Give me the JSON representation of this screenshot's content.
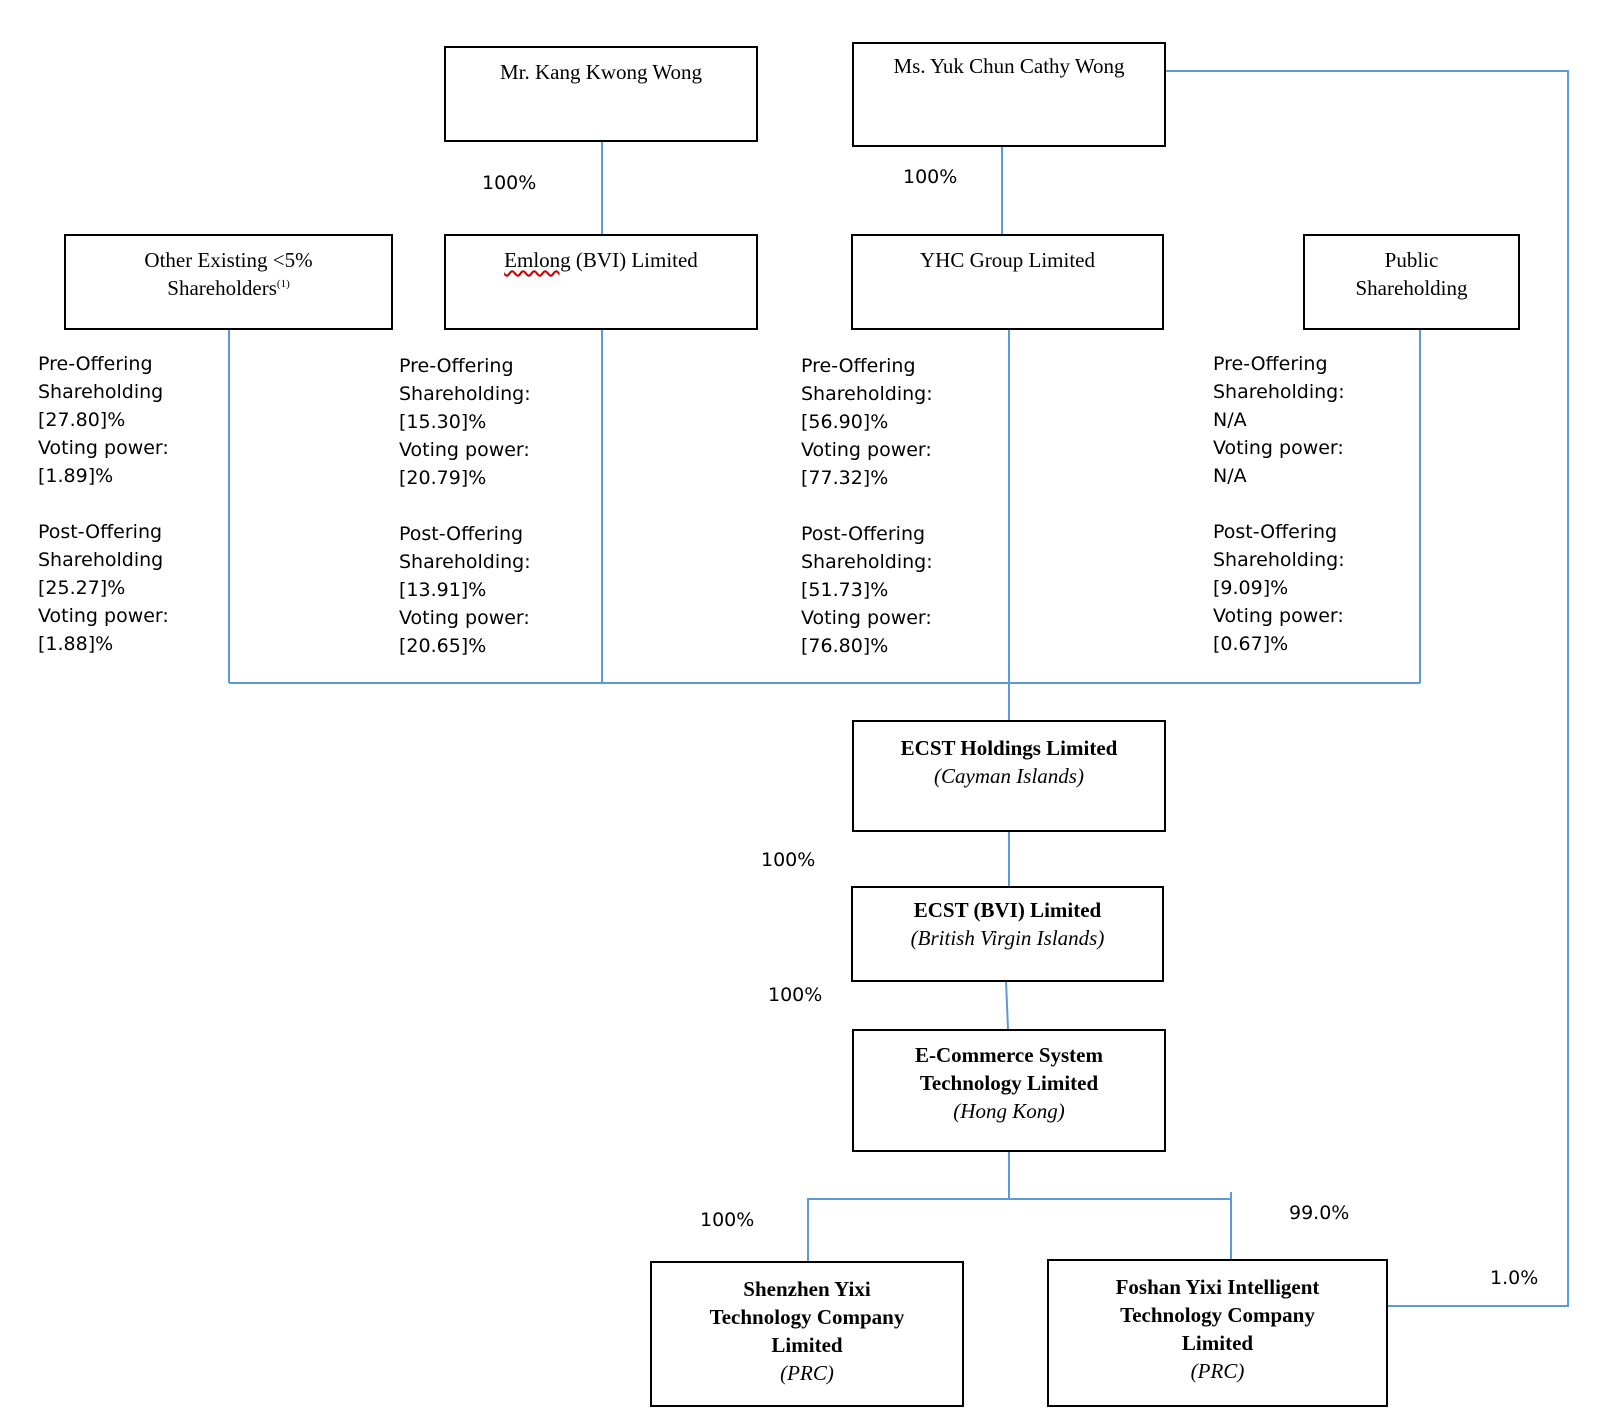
{
  "entities": {
    "kang": {
      "name": "Mr. Kang Kwong Wong"
    },
    "yuk": {
      "name": "Ms. Yuk Chun Cathy Wong"
    },
    "other": {
      "name_line1": "Other Existing  <5%",
      "name_line2": "Shareholders",
      "footnote": "(1)"
    },
    "emlong": {
      "name_part1": "Emlong",
      "name_part2": " (BVI) Limited"
    },
    "yhc": {
      "name": "YHC Group Limited"
    },
    "public": {
      "name_line1": "Public",
      "name_line2": "Shareholding"
    },
    "ecst_holdings": {
      "name": "ECST Holdings Limited",
      "jurisdiction": "(Cayman Islands)"
    },
    "ecst_bvi": {
      "name": "ECST (BVI) Limited",
      "jurisdiction": "(British Virgin Islands)"
    },
    "ecommerce": {
      "name_line1": "E-Commerce System",
      "name_line2": "Technology Limited",
      "jurisdiction": "(Hong Kong)"
    },
    "shenzhen": {
      "name_line1": "Shenzhen Yixi",
      "name_line2": "Technology Company",
      "name_line3": "Limited",
      "jurisdiction": "(PRC)"
    },
    "foshan": {
      "name_line1": "Foshan Yixi Intelligent",
      "name_line2": "Technology Company",
      "name_line3": "Limited",
      "jurisdiction": "(PRC)"
    }
  },
  "ownership": {
    "kang_to_emlong": "100%",
    "yuk_to_yhc": "100%",
    "holdings_to_bvi": "100%",
    "bvi_to_ecommerce": "100%",
    "ecommerce_to_shenzhen": "100%",
    "ecommerce_to_foshan": "99.0%",
    "yuk_to_foshan": "1.0%"
  },
  "labels": {
    "pre": "Pre-Offering",
    "shareholding": "Shareholding:",
    "shareholding_nocolon": "Shareholding",
    "voting": "Voting power:",
    "post": "Post-Offering"
  },
  "shareholdings": {
    "other": {
      "pre_share": "[27.80]%",
      "pre_vote": "[1.89]%",
      "post_share": "[25.27]%",
      "post_vote": "[1.88]%"
    },
    "emlong": {
      "pre_share": "[15.30]%",
      "pre_vote": "[20.79]%",
      "post_share": "[13.91]%",
      "post_vote": "[20.65]%"
    },
    "yhc": {
      "pre_share": "[56.90]%",
      "pre_vote": "[77.32]%",
      "post_share": "[51.73]%",
      "post_vote": "[76.80]%"
    },
    "public": {
      "pre_share": "N/A",
      "pre_vote": "N/A",
      "post_share": "[9.09]%",
      "post_vote": "[0.67]%"
    }
  },
  "colors": {
    "connector": "#5b9bd5",
    "box_border": "#000000"
  }
}
